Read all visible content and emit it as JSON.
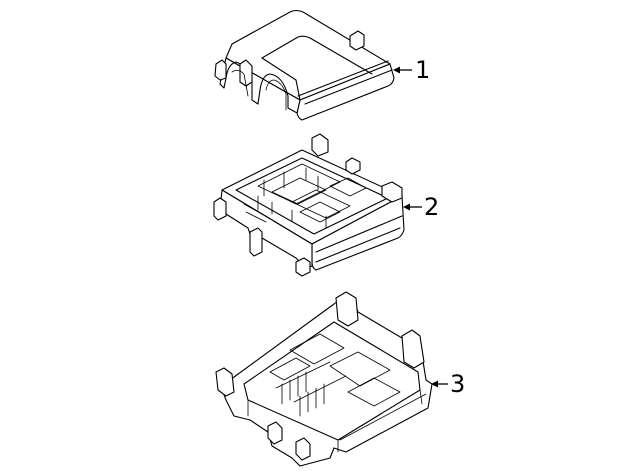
{
  "callouts": [
    {
      "label": "1"
    },
    {
      "label": "2"
    },
    {
      "label": "3"
    }
  ],
  "parts": [
    {
      "id": 1
    },
    {
      "id": 2
    },
    {
      "id": 3
    }
  ]
}
